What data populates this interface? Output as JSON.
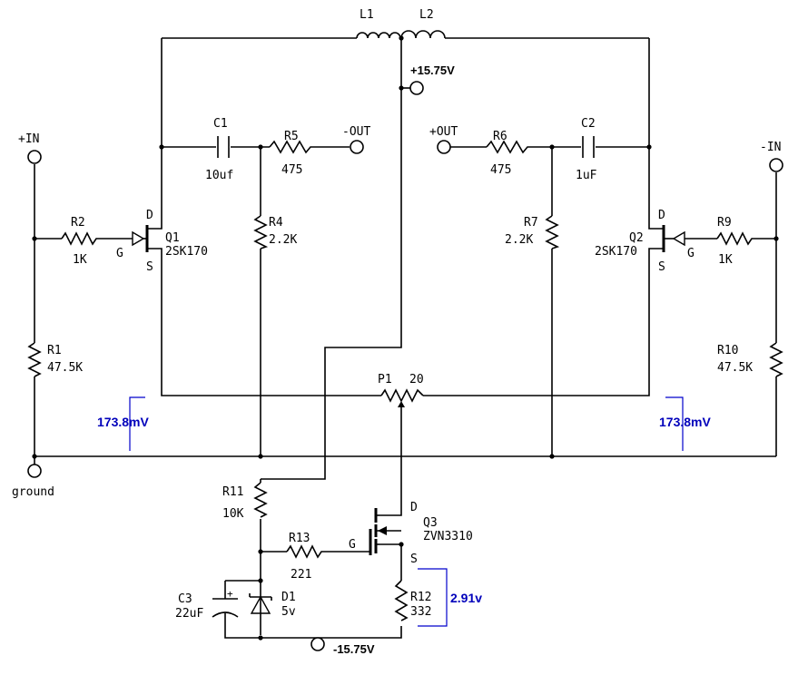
{
  "labels": {
    "l1": "L1",
    "l2": "L2",
    "supply_pos": "+15.75V",
    "supply_neg": "-15.75V",
    "in_pos": "+IN",
    "in_neg": "-IN",
    "out_neg": "-OUT",
    "out_pos": "+OUT",
    "ground": "ground",
    "c1": "C1",
    "c1_val": "10uf",
    "c2": "C2",
    "c2_val": "1uF",
    "c3": "C3",
    "c3_val": "22uF",
    "r1": "R1",
    "r1_val": "47.5K",
    "r2": "R2",
    "r2_val": "1K",
    "r4": "R4",
    "r4_val": "2.2K",
    "r5": "R5",
    "r5_val": "475",
    "r6": "R6",
    "r6_val": "475",
    "r7": "R7",
    "r7_val": "2.2K",
    "r9": "R9",
    "r9_val": "1K",
    "r10": "R10",
    "r10_val": "47.5K",
    "r11": "R11",
    "r11_val": "10K",
    "r12": "R12",
    "r12_val": "332",
    "r13": "R13",
    "r13_val": "221",
    "p1": "P1",
    "p1_val": "20",
    "q1": "Q1",
    "q1_part": "2SK170",
    "q2": "Q2",
    "q2_part": "2SK170",
    "q3": "Q3",
    "q3_part": "ZVN3310",
    "d1": "D1",
    "d1_val": "5v",
    "pin_d": "D",
    "pin_g": "G",
    "pin_s": "S",
    "c3_plus": "+"
  },
  "measurements": {
    "left_source": "173.8mV",
    "right_source": "173.8mV",
    "r12_voltage": "2.91v"
  },
  "colors": {
    "wire": "#000000",
    "measurement": "#0000bb"
  }
}
